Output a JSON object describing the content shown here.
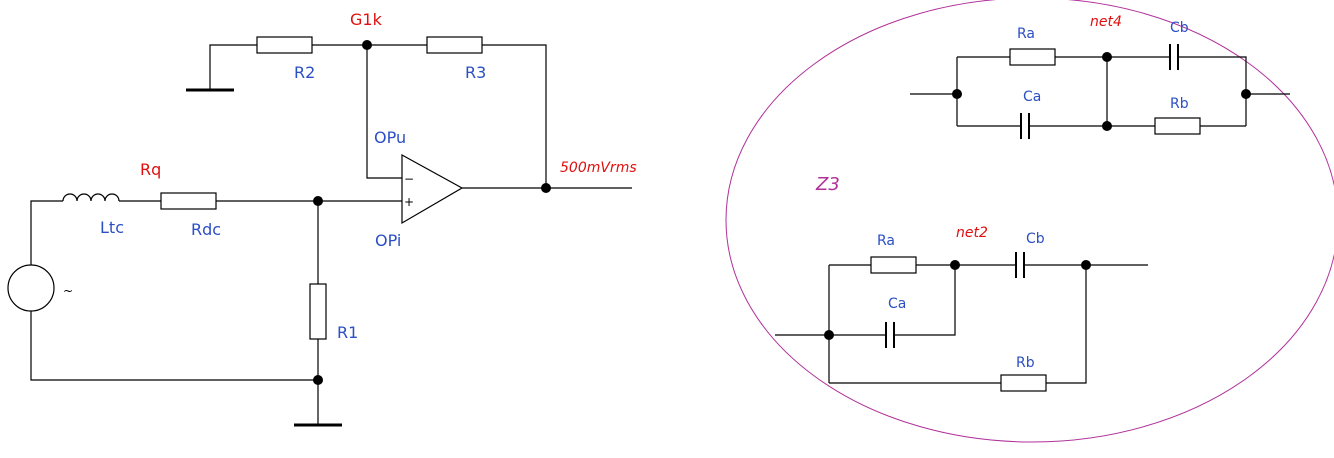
{
  "main_circuit": {
    "labels": {
      "g1k": "G1k",
      "r2": "R2",
      "r3": "R3",
      "opu": "OPu",
      "opi": "OPi",
      "out_level": "500mVrms",
      "rq": "Rq",
      "ltc": "Ltc",
      "rdc": "Rdc",
      "r1": "R1",
      "minus": "−",
      "plus": "+",
      "tilde": "~"
    }
  },
  "impedance": {
    "label": "Z3",
    "network_a": {
      "ra": "Ra",
      "net": "net4",
      "cb": "Cb",
      "ca": "Ca",
      "rb": "Rb"
    },
    "network_b": {
      "ra": "Ra",
      "net": "net2",
      "cb": "Cb",
      "ca": "Ca",
      "rb": "Rb"
    }
  },
  "colors": {
    "component_label": "#2b4fc4",
    "net_label": "#e01010",
    "impedance_outline": "#b0309a"
  }
}
